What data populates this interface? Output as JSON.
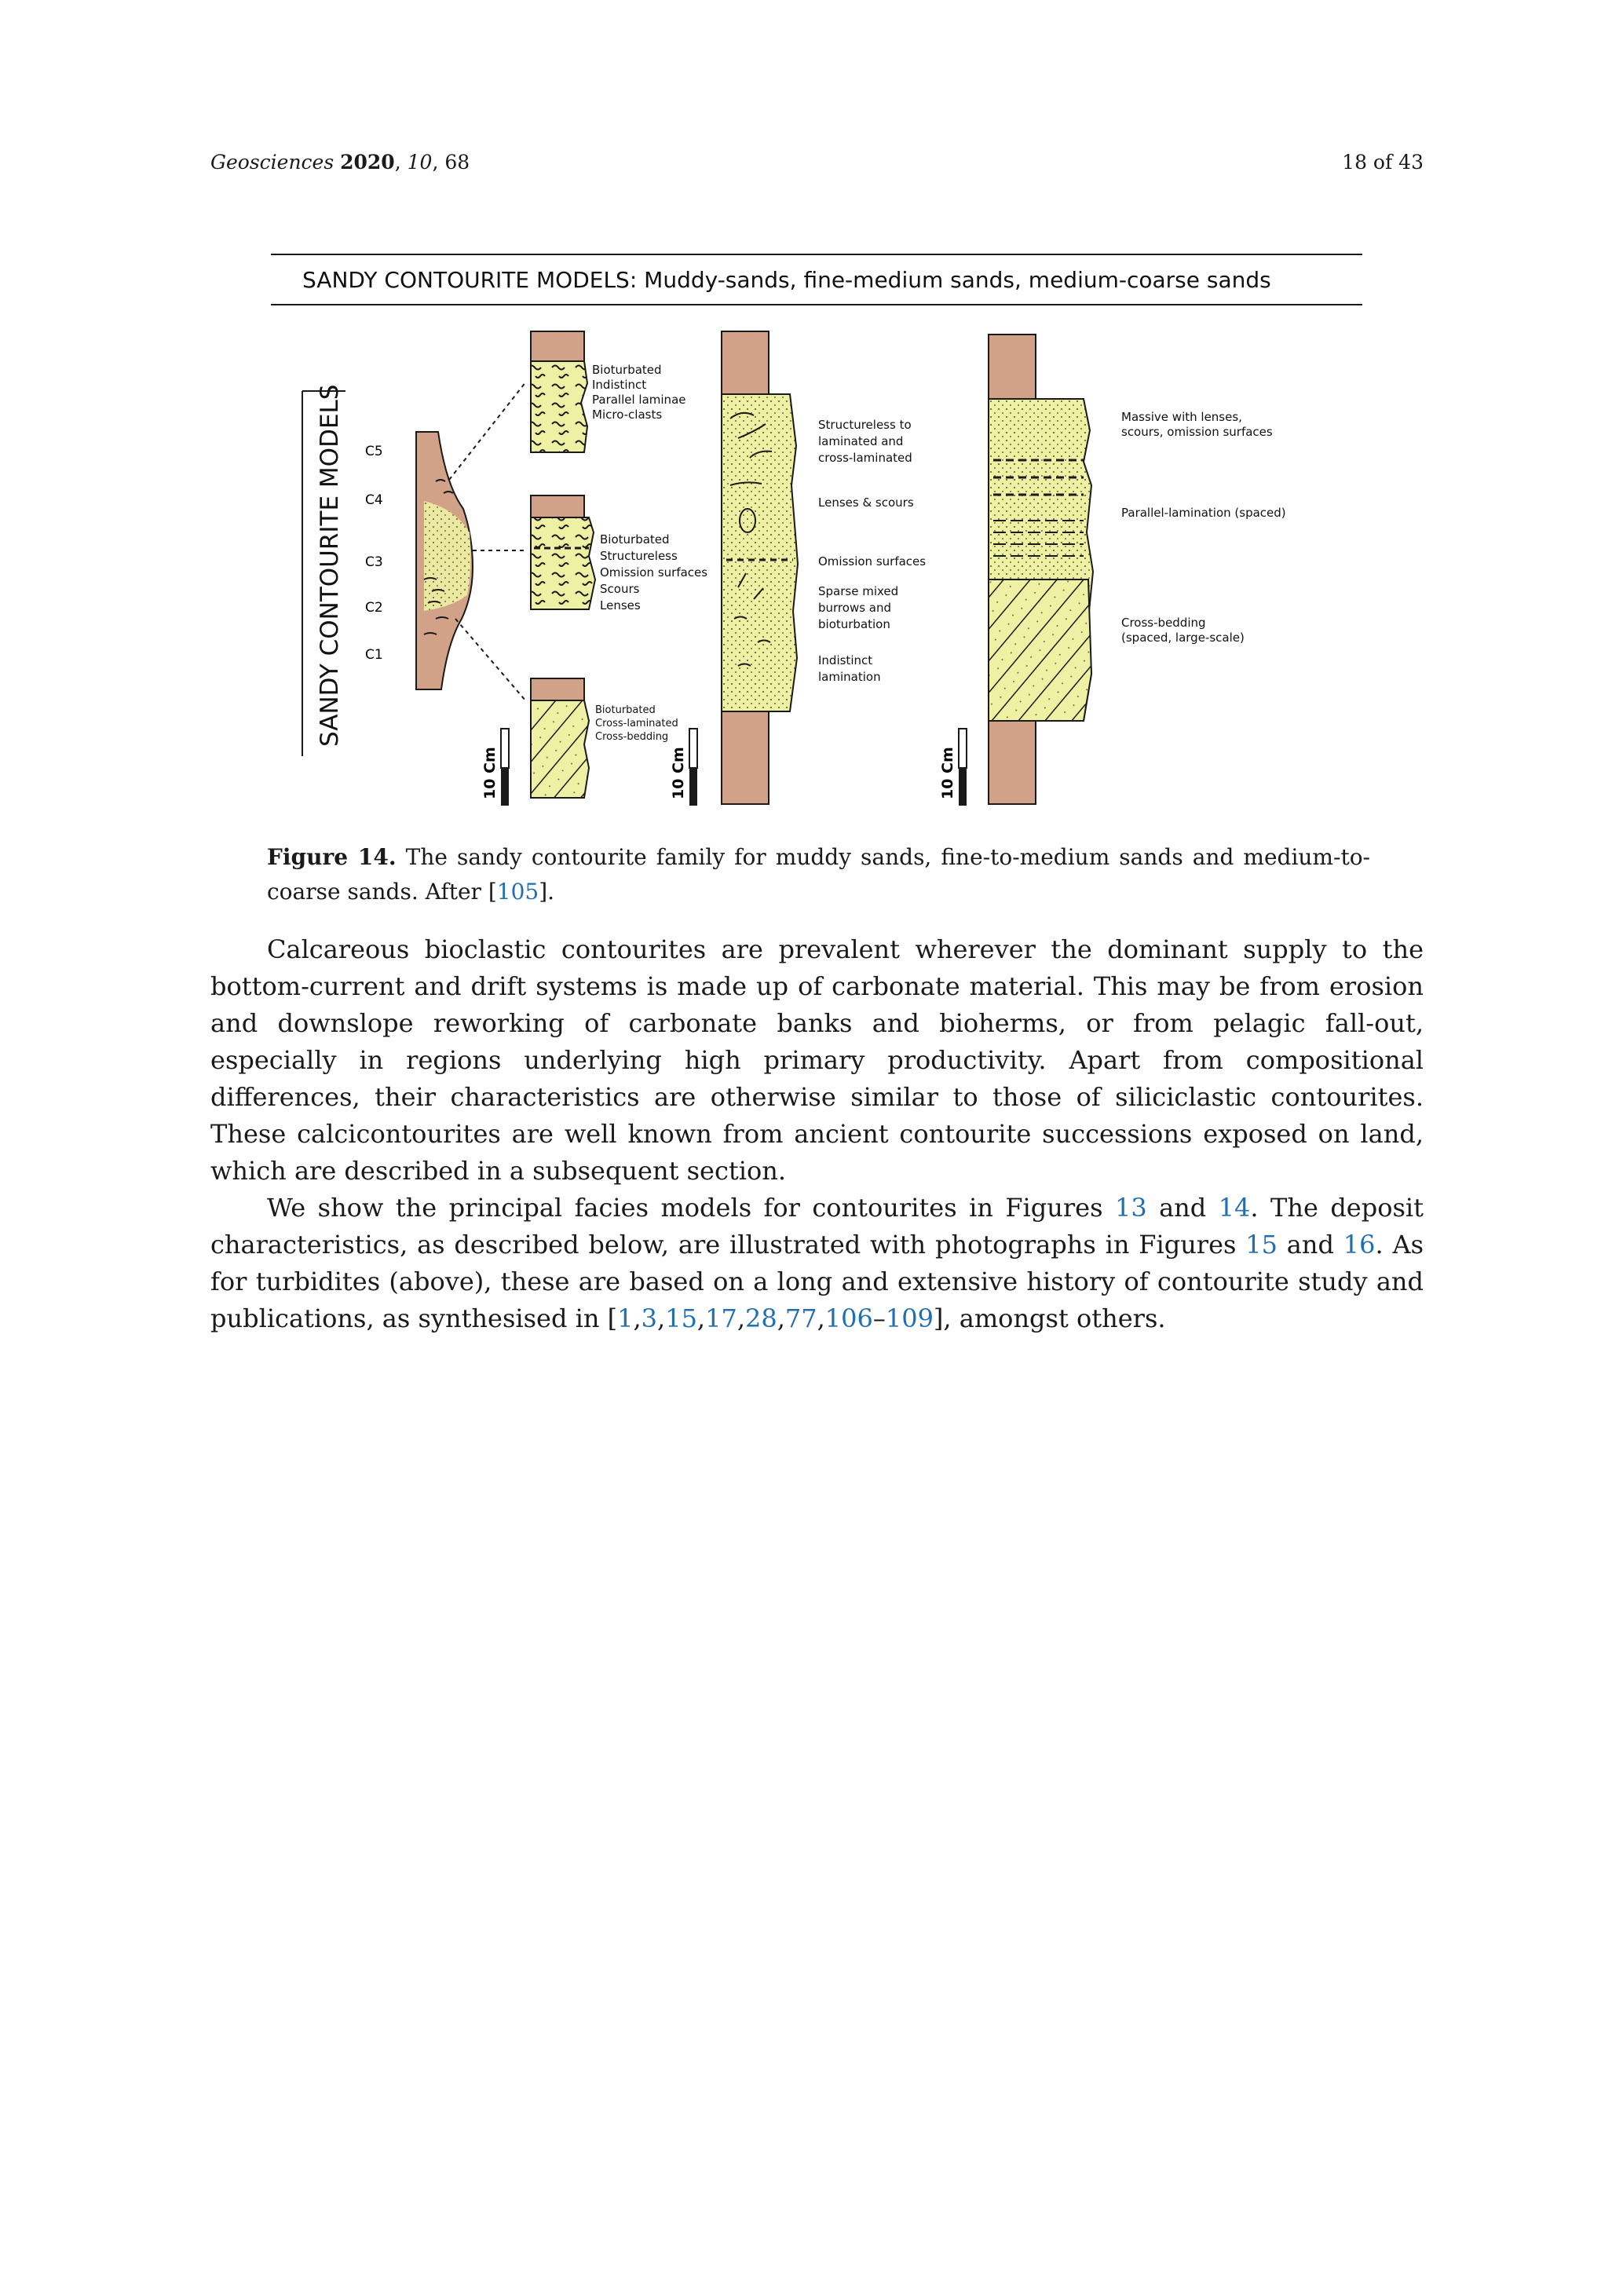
{
  "header": {
    "journal": "Geosciences",
    "year": "2020",
    "volume": "10",
    "article": "68",
    "page_label": "18 of 43"
  },
  "figure": {
    "title": "SANDY CONTOURITE MODELS: Muddy-sands, fine-medium sands, medium-coarse sands",
    "side_label": "SANDY CONTOURITE MODELS",
    "divisions": [
      "C5",
      "C4",
      "C3",
      "C2",
      "C1"
    ],
    "scale_label": "10 Cm",
    "box_top_lines": [
      "Bioturbated",
      "Indistinct",
      "Parallel laminae",
      "Micro-clasts"
    ],
    "box_mid_lines": [
      "Bioturbated",
      "Structureless",
      "Omission surfaces",
      "Scours",
      "Lenses"
    ],
    "box_bot_lines": [
      "Bioturbated",
      "Cross-laminated",
      "Cross-bedding"
    ],
    "col2_a": [
      "Structureless to",
      "laminated and",
      "cross-laminated"
    ],
    "col2_b": "Lenses & scours",
    "col2_c": "Omission surfaces",
    "col2_d": [
      "Sparse mixed",
      "burrows and",
      "bioturbation"
    ],
    "col2_e": [
      "Indistinct",
      "lamination"
    ],
    "col3_a": [
      "Massive with lenses,",
      "scours, omission surfaces"
    ],
    "col3_b": "Parallel-lamination (spaced)",
    "col3_c": [
      "Cross-bedding",
      "(spaced, large-scale)"
    ],
    "colors": {
      "mud": "#d2a288",
      "sand": "#eef0a4",
      "line": "#1a1a1a"
    }
  },
  "caption": {
    "label": "Figure 14.",
    "text_1": "The sandy contourite family for muddy sands, fine-to-medium sands and medium-to-coarse sands. After [",
    "ref": "105",
    "text_2": "]."
  },
  "para1": "Calcareous bioclastic contourites are prevalent wherever the dominant supply to the bottom-current and drift systems is made up of carbonate material. This may be from erosion and downslope reworking of carbonate banks and bioherms, or from pelagic fall-out, especially in regions underlying high primary productivity. Apart from compositional differences, their characteristics are otherwise similar to those of siliciclastic contourites. These calcicontourites are well known from ancient contourite successions exposed on land, which are described in a subsequent section.",
  "para2": {
    "t1": "We show the principal facies models for contourites in Figures ",
    "r1": "13",
    "t2": " and ",
    "r2": "14",
    "t3": ". The deposit characteristics, as described below, are illustrated with photographs in Figures ",
    "r3": "15",
    "t4": " and ",
    "r4": "16",
    "t5": ". As for turbidites (above), these are based on a long and extensive history of contourite study and publications, as synthesised in [",
    "refs": [
      {
        "t": "1",
        "sep": ","
      },
      {
        "t": "3",
        "sep": ","
      },
      {
        "t": "15",
        "sep": ","
      },
      {
        "t": "17",
        "sep": ","
      },
      {
        "t": "28",
        "sep": ","
      },
      {
        "t": "77",
        "sep": ","
      },
      {
        "t": "106",
        "sep": "–"
      },
      {
        "t": "109",
        "sep": ""
      }
    ],
    "t6": "], amongst others."
  }
}
